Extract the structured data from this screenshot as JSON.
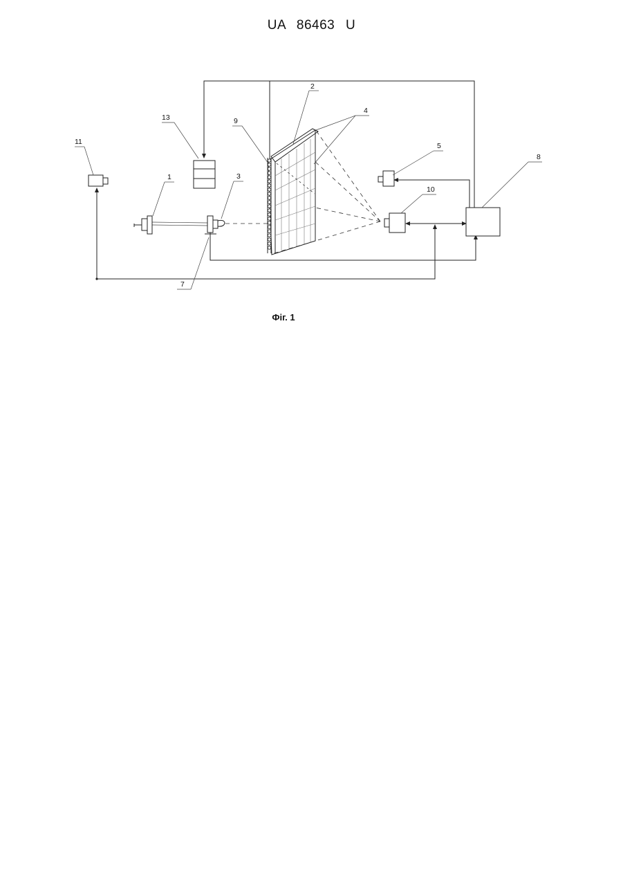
{
  "document": {
    "header": "UA 86463 U",
    "caption": "Фіг. 1"
  },
  "diagram": {
    "labels": {
      "l1": "1",
      "l2": "2",
      "l3": "3",
      "l4": "4",
      "l5": "5",
      "l7": "7",
      "l8": "8",
      "l9": "9",
      "l10": "10",
      "l11": "11",
      "l13": "13"
    }
  }
}
